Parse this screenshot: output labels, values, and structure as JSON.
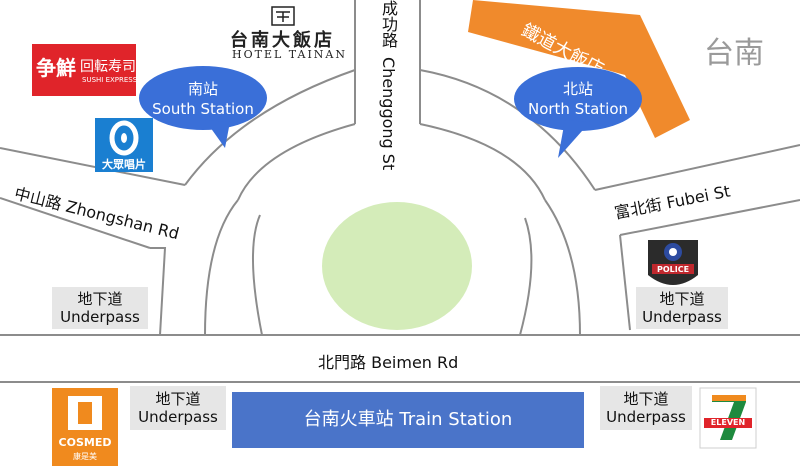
{
  "city_label": "台南",
  "hotel": {
    "chinese": "台南大飯店",
    "english": "HOTEL TAINAN"
  },
  "railway_hotel": "鐵道大飯店",
  "roads": {
    "chenggong": {
      "chinese": "成功路",
      "english": "Chenggong St"
    },
    "zhongshan": {
      "chinese": "中山路",
      "english": "Zhongshan Rd"
    },
    "fubei": {
      "chinese": "富北街",
      "english": "Fubei St"
    },
    "beimen": {
      "chinese": "北門路",
      "english": "Beimen Rd"
    }
  },
  "bubbles": {
    "south": {
      "chinese": "南站",
      "english": "South Station"
    },
    "north": {
      "chinese": "北站",
      "english": "North Station"
    }
  },
  "sushi": {
    "logo_chars": "争鮮",
    "name": "回転寿司",
    "sub": "SUSHI EXPRESS"
  },
  "records": {
    "name": "大眾唱片"
  },
  "police": {
    "label": "POLICE"
  },
  "underpass_labels": {
    "left_upper": {
      "chinese": "地下道",
      "english": "Underpass"
    },
    "right_upper": {
      "chinese": "地下道",
      "english": "Underpass"
    },
    "left_lower": {
      "chinese": "地下道",
      "english": "Underpass"
    },
    "right_lower": {
      "chinese": "地下道",
      "english": "Underpass"
    }
  },
  "station_label": "台南火車站 Train Station",
  "cosmed": {
    "name": "COSMED",
    "chinese": "康是美"
  },
  "seven_eleven": {
    "name": "ELEVEN"
  },
  "colors": {
    "bubble": "#3a6fd8",
    "station": "#4a74c9",
    "orange": "#f08a2c",
    "roundabout": "#d4ecb9",
    "road_line": "#8c8c8c",
    "sushi_red": "#e0242a",
    "records_blue": "#1a7fd1",
    "cosmed_orange": "#f08a1e"
  }
}
